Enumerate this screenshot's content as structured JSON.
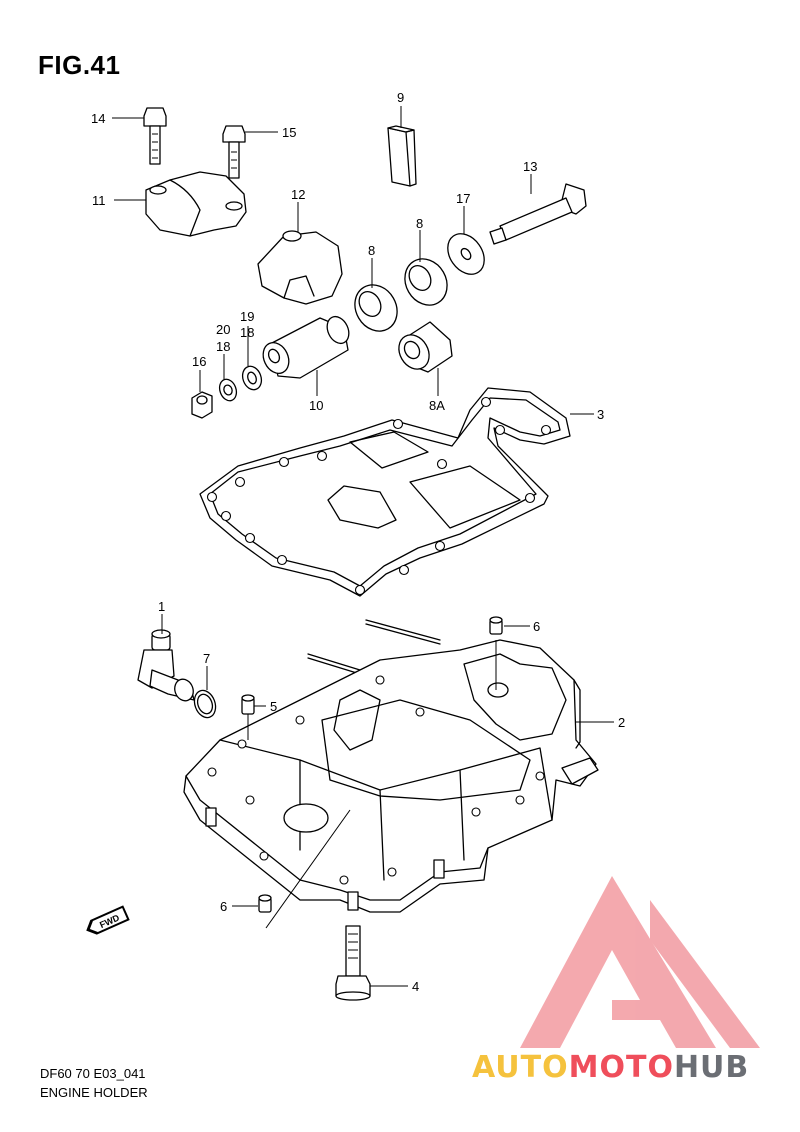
{
  "figure": {
    "title": "FIG.41",
    "model_code": "DF60 70 E03_041",
    "caption": "ENGINE HOLDER"
  },
  "callouts": [
    {
      "id": "c14",
      "label": "14"
    },
    {
      "id": "c15",
      "label": "15"
    },
    {
      "id": "c9",
      "label": "9"
    },
    {
      "id": "c11",
      "label": "11"
    },
    {
      "id": "c12",
      "label": "12"
    },
    {
      "id": "c13",
      "label": "13"
    },
    {
      "id": "c17",
      "label": "17"
    },
    {
      "id": "c8a",
      "label": "8"
    },
    {
      "id": "c8b",
      "label": "8"
    },
    {
      "id": "c19",
      "label": "19"
    },
    {
      "id": "c20",
      "label": "20"
    },
    {
      "id": "c18a",
      "label": "18"
    },
    {
      "id": "c18b",
      "label": "18"
    },
    {
      "id": "c16",
      "label": "16"
    },
    {
      "id": "c10",
      "label": "10"
    },
    {
      "id": "c8A",
      "label": "8A"
    },
    {
      "id": "c3",
      "label": "3"
    },
    {
      "id": "c1",
      "label": "1"
    },
    {
      "id": "c6a",
      "label": "6"
    },
    {
      "id": "c7",
      "label": "7"
    },
    {
      "id": "c5",
      "label": "5"
    },
    {
      "id": "c2",
      "label": "2"
    },
    {
      "id": "c6b",
      "label": "6"
    },
    {
      "id": "c4",
      "label": "4"
    }
  ],
  "direction_badge": {
    "label": "FWD",
    "icon": "fwd-arrow-icon"
  },
  "watermark": {
    "part1": "AUTO",
    "part2": "MOTO",
    "part3": "HUB",
    "colors": {
      "logo": "#f29aa0",
      "auto": "#f5c23d",
      "moto": "#ef4e5b",
      "hub": "#6b6e74"
    }
  }
}
